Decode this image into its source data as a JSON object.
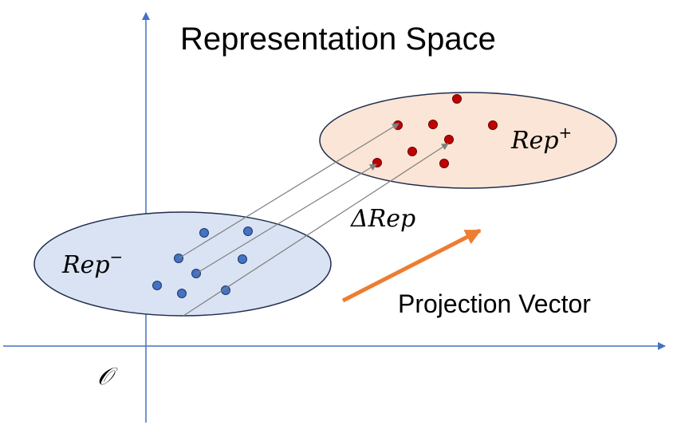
{
  "title": "Representation Space",
  "origin_label": "𝒪",
  "rep_negative": {
    "base": "Rep",
    "sup": "−"
  },
  "rep_positive": {
    "base": "Rep",
    "sup": "+"
  },
  "delta_label": "ΔRep",
  "projection_label": "Projection Vector",
  "colors": {
    "axis": "#4472C4",
    "neg_fill": "#DAE3F3",
    "neg_point": "#4472C4",
    "pos_fill": "#FBE5D6",
    "pos_point": "#C00000",
    "ellipse_stroke": "#1F2D4D",
    "delta_arrow": "#808080",
    "projection_arrow": "#ED7D31"
  }
}
